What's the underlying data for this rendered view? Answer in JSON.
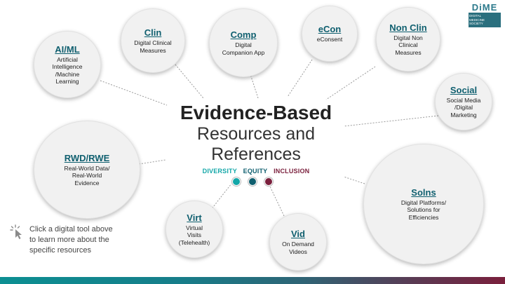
{
  "title": {
    "main": "Evidence-Based",
    "sub_line1": "Resources and",
    "sub_line2": "References"
  },
  "dei": {
    "diversity": "DIVERSITY",
    "equity": "EQUITY",
    "inclusion": "INCLUSION"
  },
  "colors": {
    "teal": "#13a7a8",
    "dark_teal": "#0f5f6f",
    "maroon": "#7a1f3c",
    "node_bg": "#f1f1f1"
  },
  "nodes": {
    "aiml": {
      "title": "AI/ML",
      "desc": [
        "Artificial",
        "Intelligence",
        "/Machine",
        "Learning"
      ]
    },
    "clin": {
      "title": "Clin",
      "desc": [
        "Digital Clinical",
        "Measures"
      ]
    },
    "comp": {
      "title": "Comp",
      "desc": [
        "Digital",
        "Companion App"
      ]
    },
    "econ": {
      "title": "eCon",
      "desc": [
        "eConsent"
      ]
    },
    "nonclin": {
      "title": "Non Clin",
      "desc": [
        "Digital Non",
        "Clinical",
        "Measures"
      ]
    },
    "social": {
      "title": "Social",
      "desc": [
        "Social Media",
        "/Digital",
        "Marketing"
      ]
    },
    "rwd": {
      "title": "RWD/RWE",
      "desc": [
        "Real-World Data/",
        "Real-World",
        "Evidence"
      ]
    },
    "solns": {
      "title": "Solns",
      "desc": [
        "Digital Platforms/",
        "Solutions for",
        "Efficiencies"
      ]
    },
    "virt": {
      "title": "Virt",
      "desc": [
        "Virtual",
        "Visits",
        "(Telehealth)"
      ]
    },
    "vid": {
      "title": "Vid",
      "desc": [
        "On Demand",
        "Videos"
      ]
    }
  },
  "hint": {
    "icon": "pointer-click-icon",
    "text": "Click a digital tool above to learn more about the specific resources"
  },
  "logo": {
    "mark": "DiME",
    "lines": [
      "DIGITAL",
      "MEDICINE",
      "SOCIETY"
    ]
  }
}
